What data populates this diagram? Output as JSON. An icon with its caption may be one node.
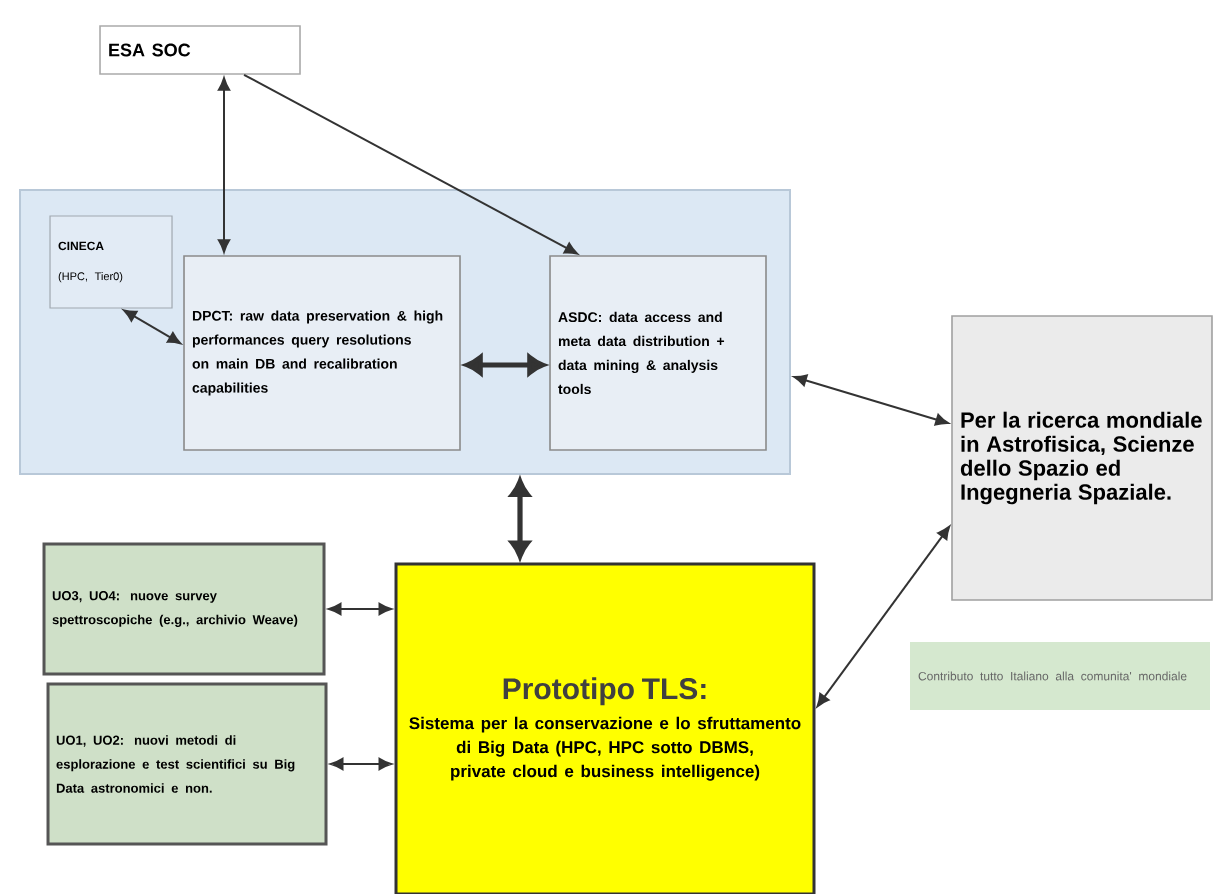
{
  "diagram": {
    "nodes": [
      {
        "text": [
          "ESA SOC"
        ]
      },
      {
        "text": [],
        "shape": "box"
      },
      {
        "text": [
          "CINECA",
          "(HPC, Tier0)"
        ],
        "in": 1
      },
      {
        "text": [
          "DPCT: raw data preservation & high performances query resolutions on main DB and recalibration capabilities"
        ],
        "in": 1
      },
      {
        "text": [
          "ASDC: data access and meta data distribution + data mining & analysis tools"
        ],
        "in": 1
      },
      {
        "text": [
          "Per la ricerca mondiale in Astrofisica, Scienze dello Spazio ed Ingegneria Spaziale."
        ]
      },
      {
        "text": [
          "UO3, UO4: nuove survey spettroscopiche (e.g., archivio Weave)"
        ]
      },
      {
        "text": [
          "UO1, UO2: nuovi metodi di esplorazione e test scientifici su Big Data astronomici e non."
        ]
      },
      {
        "text": [
          "Prototipo TLS:",
          "Sistema per la conservazione e lo sfruttamento di Big Data (HPC, HPC sotto DBMS, private cloud e business intelligence)"
        ]
      },
      {
        "text": [
          "Contributo tutto Italiano alla comunita' mondiale"
        ]
      }
    ],
    "edges": [
      {
        "from": 0,
        "to": 3,
        "arrow": "both"
      },
      {
        "from": 0,
        "to": 4,
        "arrow": "to"
      },
      {
        "from": 2,
        "to": 3,
        "arrow": "both"
      },
      {
        "from": 3,
        "to": 4,
        "arrow": "both",
        "style": "thick"
      },
      {
        "from": 1,
        "to": 5,
        "arrow": "both"
      },
      {
        "from": 1,
        "to": 8,
        "arrow": "both",
        "style": "thick"
      },
      {
        "from": 6,
        "to": 8,
        "arrow": "both"
      },
      {
        "from": 7,
        "to": 8,
        "arrow": "both"
      },
      {
        "from": 8,
        "to": 5,
        "arrow": "both"
      }
    ]
  }
}
